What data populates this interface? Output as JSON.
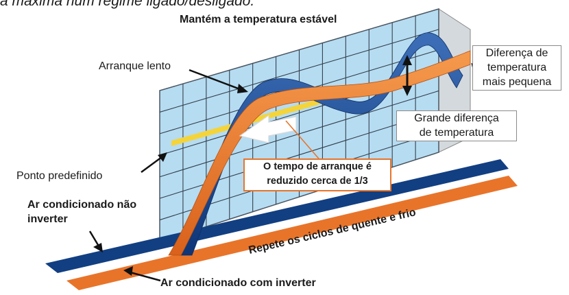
{
  "cut_title": "a máxima num regime ligado/desligado.",
  "labels": {
    "top": "Mantém a temperatura estável",
    "slow_start": "Arranque lento",
    "smaller_diff": [
      "Diferença de",
      "temperatura",
      "mais pequena"
    ],
    "large_diff": [
      "Grande diferença",
      "de temperatura"
    ],
    "start_time": [
      "O tempo de arranque é",
      "reduzido cerca de 1/3"
    ],
    "setpoint": "Ponto predefinido",
    "non_inverter": [
      "Ar condicionado não",
      "inverter"
    ],
    "cycles": "Repete os ciclos de quente e frio",
    "inverter": "Ar condicionado com inverter"
  },
  "colors": {
    "panel": "#b6dcf2",
    "grid": "#333f4a",
    "navy": "#123f82",
    "orange": "#e8742a",
    "yellow": "#f4d43a"
  }
}
